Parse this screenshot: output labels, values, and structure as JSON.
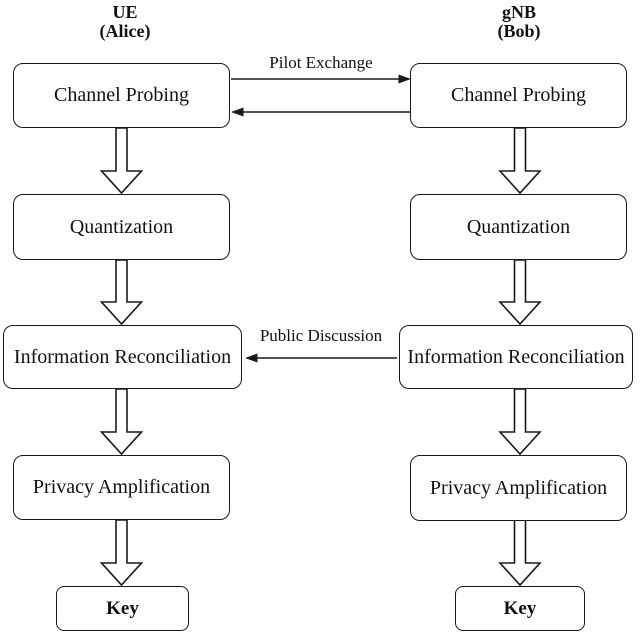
{
  "figure": {
    "bg_color": "#ffffff",
    "line_color": "#1a1a1a",
    "left_column": {
      "title_line1": "UE",
      "title_line2": "(Alice)",
      "steps": {
        "channel_probing": "Channel Probing",
        "quantization": "Quantization",
        "information_reconciliation": "Information Reconciliation",
        "privacy_amplification": "Privacy Amplification",
        "key": "Key"
      }
    },
    "right_column": {
      "title_line1": "gNB",
      "title_line2": "(Bob)",
      "steps": {
        "channel_probing": "Channel Probing",
        "quantization": "Quantization",
        "information_reconciliation": "Information Reconciliation",
        "privacy_amplification": "Privacy Amplification",
        "key": "Key"
      }
    },
    "exchange_labels": {
      "pilot_exchange": "Pilot Exchange",
      "public_discussion": "Public Discussion"
    }
  }
}
